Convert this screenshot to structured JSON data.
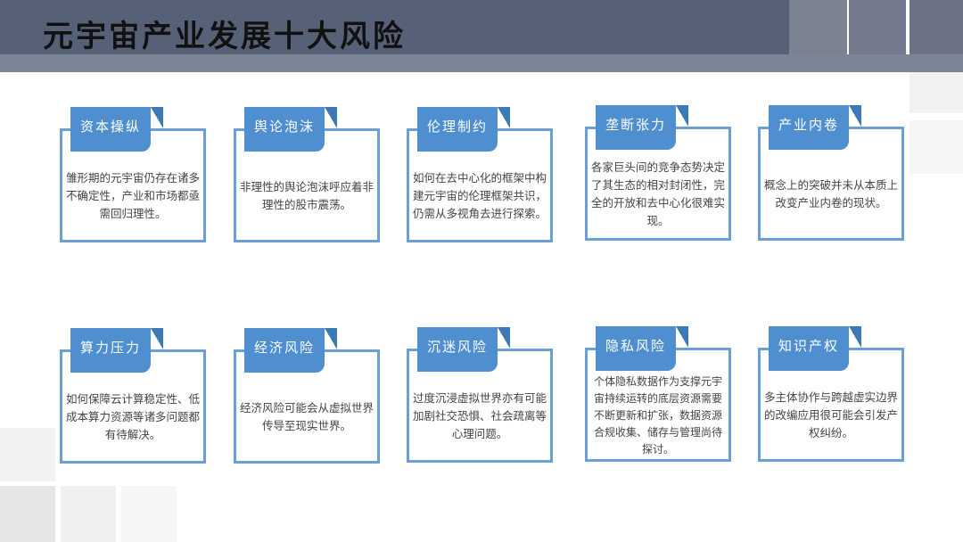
{
  "title": "元宇宙产业发展十大风险",
  "colors": {
    "header_dark": "#566178",
    "header_light": "#7c8596",
    "tab_blue": "#4f8fcf",
    "border_blue": "#6c9fd4",
    "text": "#444444"
  },
  "risks": [
    {
      "label": "资本操纵",
      "text": "雏形期的元宇宙仍存在诸多不确定性，产业和市场都亟需回归理性。"
    },
    {
      "label": "舆论泡沫",
      "text": "非理性的舆论泡沫呼应着非理性的股市震荡。"
    },
    {
      "label": "伦理制约",
      "text": "如何在去中心化的框架中构建元宇宙的伦理框架共识，仍需从多视角去进行探索。"
    },
    {
      "label": "垄断张力",
      "text": "各家巨头间的竞争态势决定了其生态的相对封闭性，完全的开放和去中心化很难实现。"
    },
    {
      "label": "产业内卷",
      "text": "概念上的突破并未从本质上改变产业内卷的现状。"
    },
    {
      "label": "算力压力",
      "text": "如何保障云计算稳定性、低成本算力资源等诸多问题都有待解决。"
    },
    {
      "label": "经济风险",
      "text": "经济风险可能会从虚拟世界传导至现实世界。"
    },
    {
      "label": "沉迷风险",
      "text": "过度沉浸虚拟世界亦有可能加剧社交恐惧、社会疏离等心理问题。"
    },
    {
      "label": "隐私风险",
      "text": "个体隐私数据作为支撑元宇宙持续运转的底层资源需要不断更新和扩张，数据资源合规收集、储存与管理尚待探讨。"
    },
    {
      "label": "知识产权",
      "text": "多主体协作与跨越虚实边界的改编应用很可能会引发产权纠纷。"
    }
  ]
}
